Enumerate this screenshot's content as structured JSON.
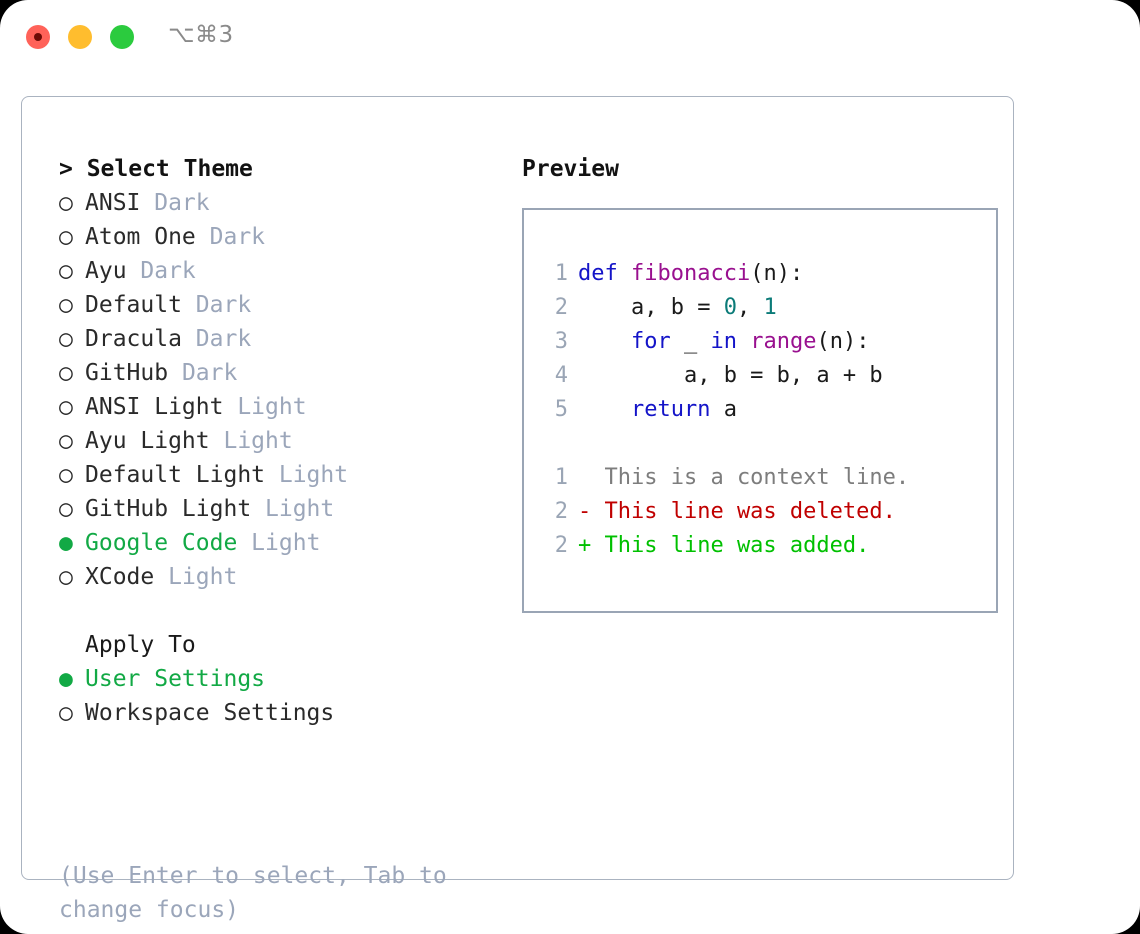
{
  "titlebar": {
    "shortcut": "⌥⌘3",
    "buttons": [
      {
        "name": "close",
        "color": "#ff6259"
      },
      {
        "name": "minimize",
        "color": "#ffbd2e"
      },
      {
        "name": "maximize",
        "color": "#2bcb3e"
      }
    ]
  },
  "theme_list": {
    "header": "> Select Theme",
    "items": [
      {
        "marker": "○",
        "label": "ANSI",
        "tag": "Dark",
        "selected": false
      },
      {
        "marker": "○",
        "label": "Atom One",
        "tag": "Dark",
        "selected": false
      },
      {
        "marker": "○",
        "label": "Ayu",
        "tag": "Dark",
        "selected": false
      },
      {
        "marker": "○",
        "label": "Default",
        "tag": "Dark",
        "selected": false
      },
      {
        "marker": "○",
        "label": "Dracula",
        "tag": "Dark",
        "selected": false
      },
      {
        "marker": "○",
        "label": "GitHub",
        "tag": "Dark",
        "selected": false
      },
      {
        "marker": "○",
        "label": "ANSI Light",
        "tag": "Light",
        "selected": false
      },
      {
        "marker": "○",
        "label": "Ayu Light",
        "tag": "Light",
        "selected": false
      },
      {
        "marker": "○",
        "label": "Default Light",
        "tag": "Light",
        "selected": false
      },
      {
        "marker": "○",
        "label": "GitHub Light",
        "tag": "Light",
        "selected": false
      },
      {
        "marker": "●",
        "label": "Google Code",
        "tag": "Light",
        "selected": true
      },
      {
        "marker": "○",
        "label": "XCode",
        "tag": "Light",
        "selected": false
      }
    ]
  },
  "apply_to": {
    "header": "Apply To",
    "items": [
      {
        "marker": "●",
        "label": "User Settings",
        "tag": "",
        "selected": true
      },
      {
        "marker": "○",
        "label": "Workspace Settings",
        "tag": "",
        "selected": false
      }
    ]
  },
  "hint": "(Use Enter to select, Tab to change focus)",
  "preview": {
    "title": "Preview",
    "code_lines": [
      {
        "lineno": "1",
        "tokens": [
          {
            "text": "def ",
            "kind": "kw"
          },
          {
            "text": "fibonacci",
            "kind": "fn"
          },
          {
            "text": "(n):",
            "kind": "plain"
          }
        ]
      },
      {
        "lineno": "2",
        "tokens": [
          {
            "text": "    a, b = ",
            "kind": "plain"
          },
          {
            "text": "0",
            "kind": "num"
          },
          {
            "text": ", ",
            "kind": "plain"
          },
          {
            "text": "1",
            "kind": "num"
          }
        ]
      },
      {
        "lineno": "3",
        "tokens": [
          {
            "text": "    ",
            "kind": "plain"
          },
          {
            "text": "for",
            "kind": "kw"
          },
          {
            "text": " _ ",
            "kind": "plain"
          },
          {
            "text": "in",
            "kind": "kw"
          },
          {
            "text": " ",
            "kind": "plain"
          },
          {
            "text": "range",
            "kind": "fn"
          },
          {
            "text": "(n):",
            "kind": "plain"
          }
        ]
      },
      {
        "lineno": "4",
        "tokens": [
          {
            "text": "        a, b = b, a + b",
            "kind": "plain"
          }
        ]
      },
      {
        "lineno": "5",
        "tokens": [
          {
            "text": "    ",
            "kind": "plain"
          },
          {
            "text": "return",
            "kind": "kw"
          },
          {
            "text": " a",
            "kind": "plain"
          }
        ]
      }
    ],
    "diff_lines": [
      {
        "lineno": "1",
        "tokens": [
          {
            "text": "  This is a context line.",
            "kind": "ctx"
          }
        ]
      },
      {
        "lineno": "2",
        "tokens": [
          {
            "text": "- This line was deleted.",
            "kind": "del"
          }
        ]
      },
      {
        "lineno": "2",
        "tokens": [
          {
            "text": "+ This line was added.",
            "kind": "add"
          }
        ]
      }
    ]
  },
  "colors": {
    "accent_green": "#12a945",
    "muted": "#9ba6ba",
    "border": "#9aa5b5",
    "keyword": "#1414c8",
    "function": "#99108f",
    "number": "#0b7b78",
    "diff_added": "#00c000",
    "diff_deleted": "#c00000",
    "diff_context": "#7d7d7d"
  }
}
